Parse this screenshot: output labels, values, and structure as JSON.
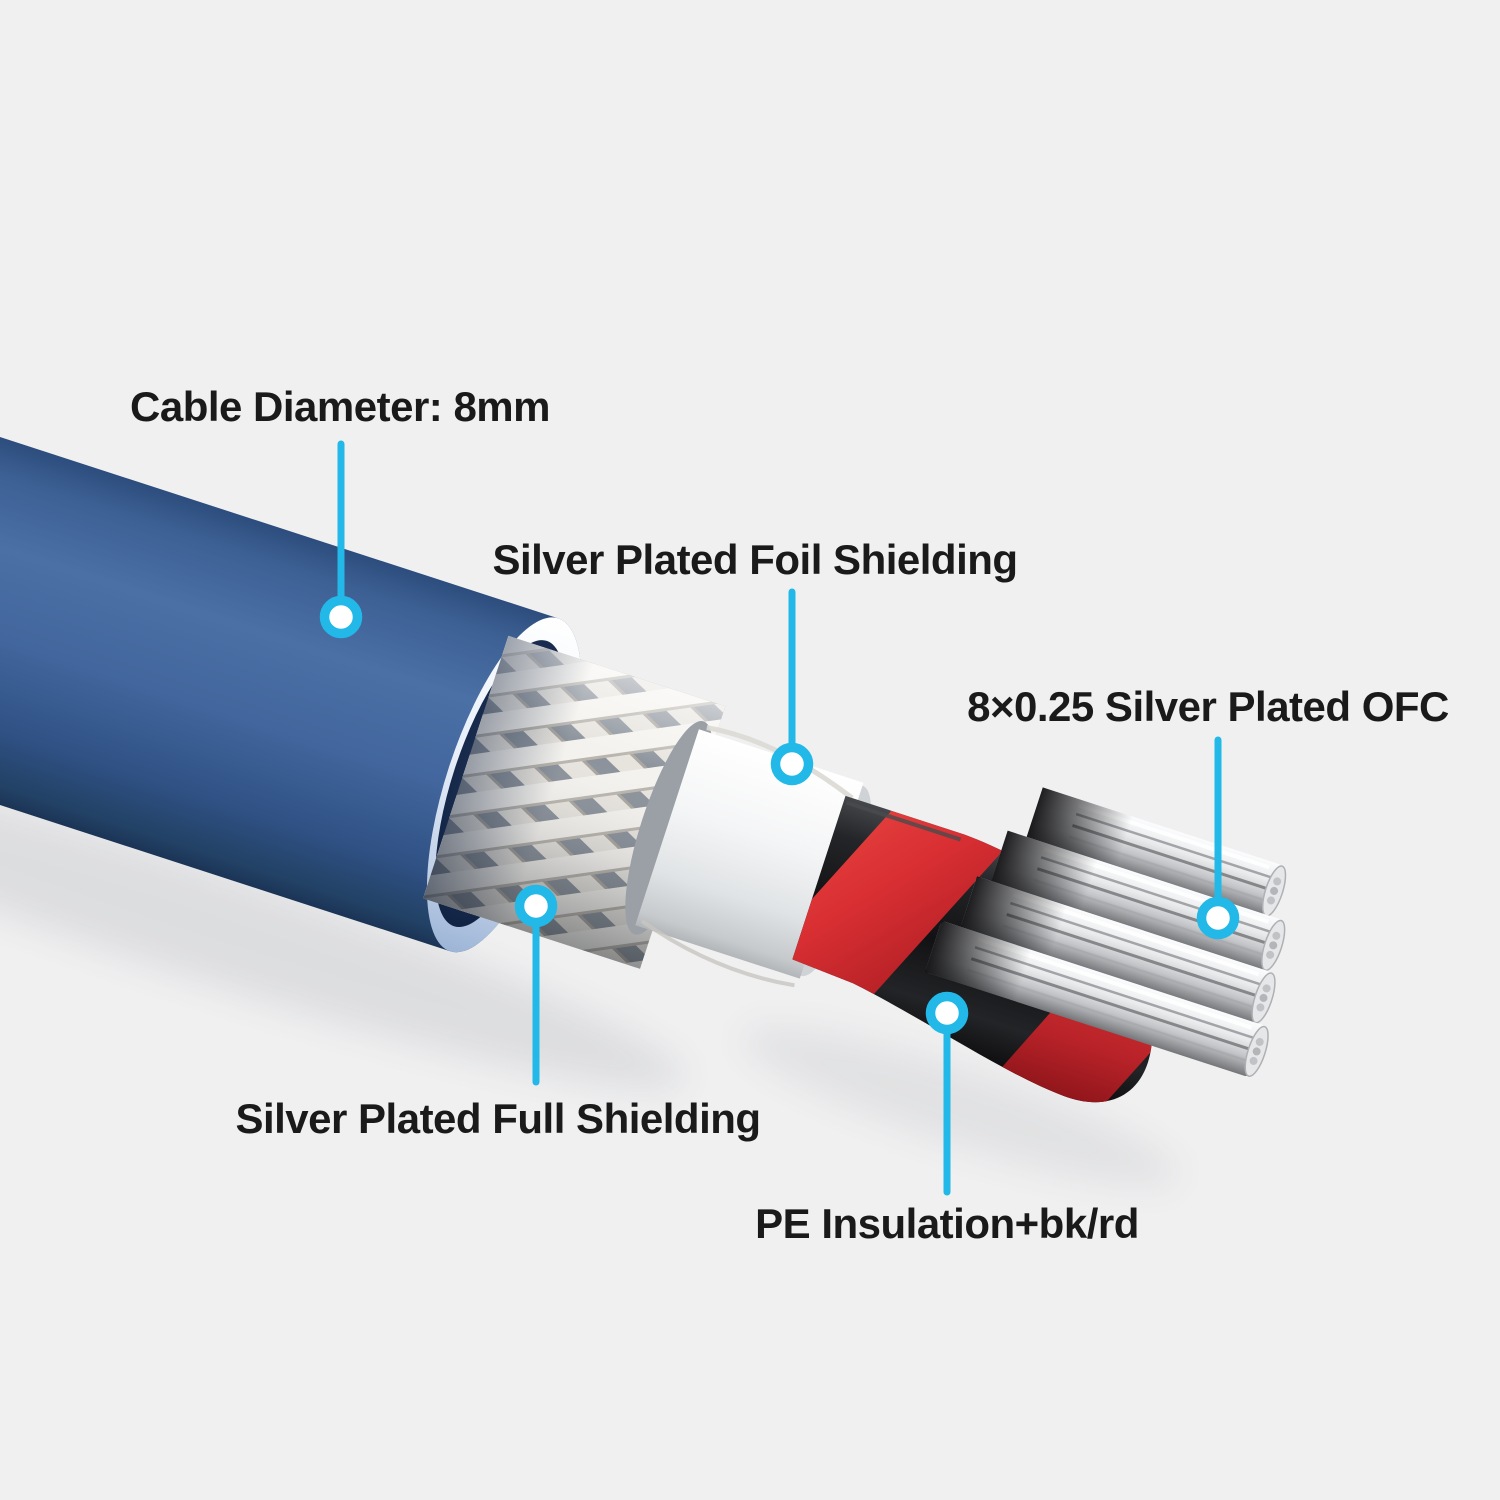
{
  "title": "Cable construction cutaway diagram",
  "background_color": "#f0f0f1",
  "accent_color": "#22b8e8",
  "text_color": "#1a1a1a",
  "illustration": {
    "description": "Cutaway 3D render of a blue cable sloping down to the right, peeled to show braided shield, foil shield, black/red PE insulation and silver stranded conductors",
    "jacket_color": "#44689e",
    "jacket_rim_color": "#dce7f6",
    "braid_color": "#f4f2ee",
    "foil_color": "#f2f4f5",
    "pe_black_color": "#141416",
    "pe_red_color": "#d92f33",
    "conductor_color": "#d9dbdd"
  },
  "callouts": [
    {
      "id": "cable-diameter",
      "label": "Cable Diameter:  8mm"
    },
    {
      "id": "foil-shielding",
      "label": "Silver Plated Foil Shielding"
    },
    {
      "id": "ofc-conductors",
      "label": "8×0.25 Silver Plated OFC"
    },
    {
      "id": "full-shielding",
      "label": "Silver Plated Full Shielding"
    },
    {
      "id": "pe-insulation",
      "label": "PE Insulation+bk/rd"
    }
  ]
}
